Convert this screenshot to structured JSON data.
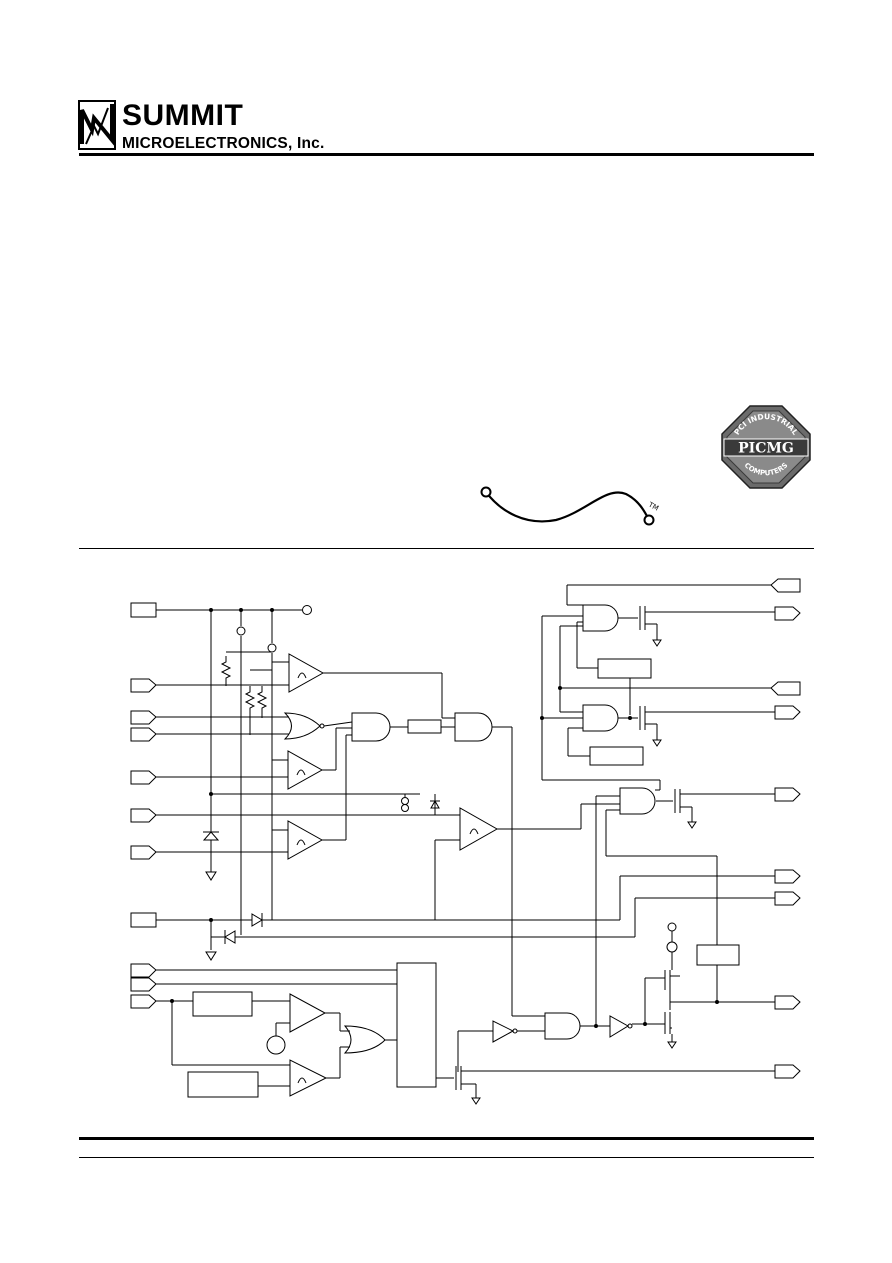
{
  "header": {
    "brand_name": "SUMMIT",
    "brand_subtitle": "MICROELECTRONICS, Inc."
  },
  "badge": {
    "icon": "picmg-logo",
    "text_top": "PCI INDUSTRIAL",
    "text_center": "PICMG",
    "text_bottom": "COMPUTERS"
  },
  "trademark": {
    "icon": "wave-curve-logo",
    "mark": "TM"
  },
  "diagram": {
    "icon": "block-diagram"
  },
  "colors": {
    "ink": "#000000",
    "paper": "#ffffff",
    "badge_gray": "#6b6b6b",
    "badge_dark": "#3a3a3a"
  }
}
